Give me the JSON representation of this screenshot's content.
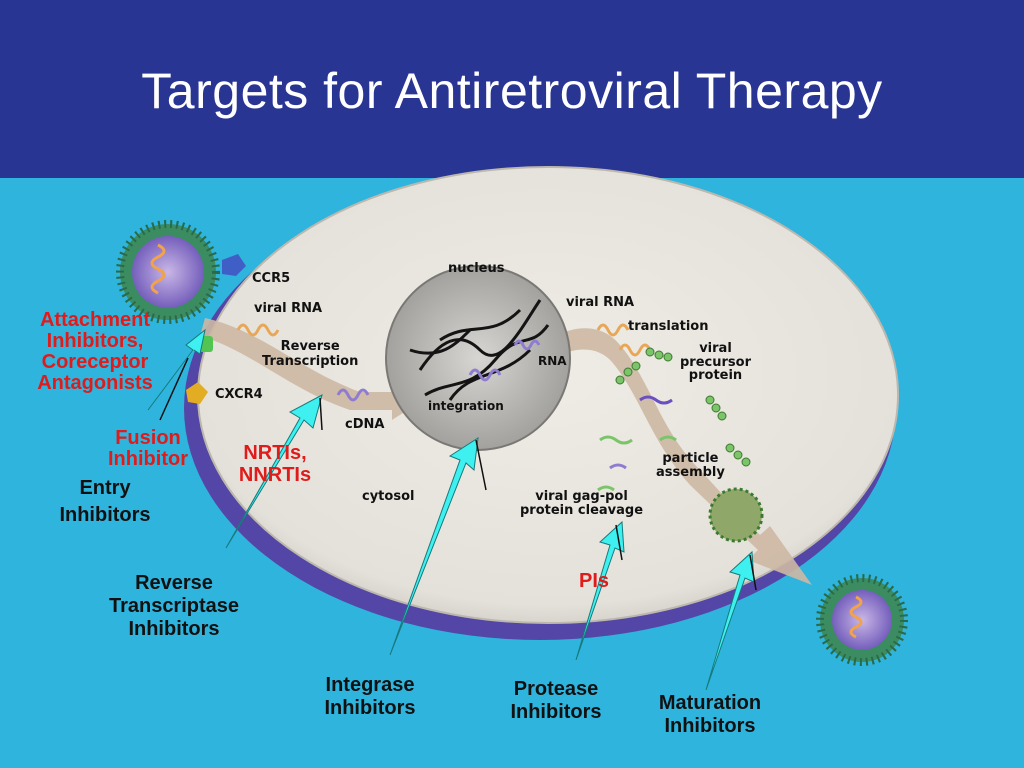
{
  "title": "Targets for Antiretroviral Therapy",
  "cell_labels": {
    "ccr5": "CCR5",
    "viral_rna_left": "viral RNA",
    "reverse_transcription": "Reverse\nTranscription",
    "cxcr4": "CXCR4",
    "cdna": "cDNA",
    "nucleus": "nucleus",
    "integration": "integration",
    "rna": "RNA",
    "viral_rna_right": "viral RNA",
    "translation": "translation",
    "viral_precursor_protein": "viral\nprecursor\nprotein",
    "particle_assembly": "particle\nassembly",
    "cytosol": "cytosol",
    "gag_pol_cleavage": "viral gag-pol\nprotein cleavage"
  },
  "drug_labels": {
    "attachment": "Attachment\nInhibitors,\nCoreceptor\nAntagonists",
    "fusion": "Fusion\nInhibitor",
    "entry": "Entry\nInhibitors",
    "nrtis": "NRTIs,\nNNRTIs",
    "rti": "Reverse\nTranscriptase\nInhibitors",
    "integrase": "Integrase\nInhibitors",
    "pis": "PIs",
    "protease": "Protease\nInhibitors",
    "maturation": "Maturation\nInhibitors"
  },
  "colors": {
    "header": "#283593",
    "background": "#2fb4de",
    "cell": "#e6e3dc",
    "membrane": "#5b4aa8",
    "arrow_flow": "#cdb8a3",
    "pointer_arrow": "#3ff0f0",
    "red_label": "#e01b1b"
  }
}
